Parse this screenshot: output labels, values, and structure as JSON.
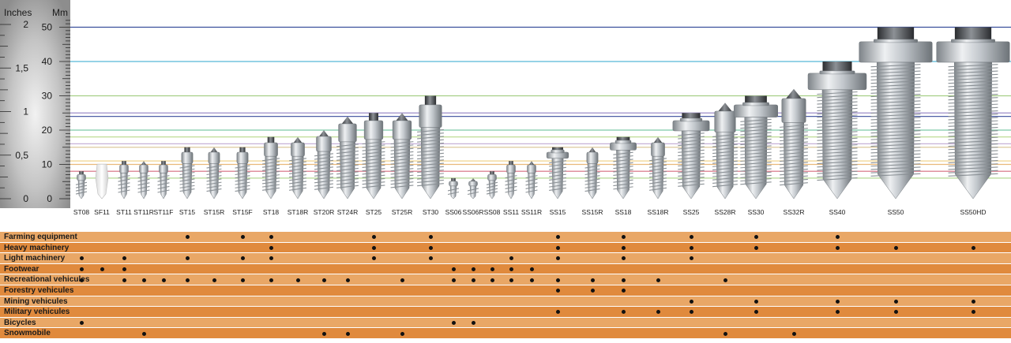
{
  "ruler": {
    "inches_label": "Inches",
    "mm_label": "Mm",
    "inch_ticks": [
      "2",
      "1,5",
      "1",
      "0,5",
      "0"
    ],
    "mm_ticks": [
      "50",
      "40",
      "30",
      "20",
      "10",
      "0"
    ]
  },
  "guide_lines": [
    {
      "mm": 50,
      "color": "#3a4f9c"
    },
    {
      "mm": 40,
      "color": "#56b6d6"
    },
    {
      "mm": 30,
      "color": "#a7cf86"
    },
    {
      "mm": 25,
      "color": "#9b8cc8"
    },
    {
      "mm": 24,
      "color": "#4f5fa6"
    },
    {
      "mm": 20,
      "color": "#7ec9a7"
    },
    {
      "mm": 18,
      "color": "#b7d889"
    },
    {
      "mm": 16,
      "color": "#c6b1d8"
    },
    {
      "mm": 15,
      "color": "#dcc99b"
    },
    {
      "mm": 11,
      "color": "#f0d48c"
    },
    {
      "mm": 10,
      "color": "#e9b97a"
    },
    {
      "mm": 8,
      "color": "#d66b7e"
    },
    {
      "mm": 6,
      "color": "#b6d993"
    }
  ],
  "products": [
    {
      "name": "ST08",
      "mm": 8,
      "type": "plain"
    },
    {
      "name": "SF11",
      "mm": 11,
      "type": "plastic"
    },
    {
      "name": "ST11",
      "mm": 11,
      "type": "plain"
    },
    {
      "name": "ST11R",
      "mm": 11,
      "type": "rocket"
    },
    {
      "name": "ST11F",
      "mm": 11,
      "type": "plain"
    },
    {
      "name": "ST15",
      "mm": 15,
      "type": "plain"
    },
    {
      "name": "ST15R",
      "mm": 15,
      "type": "rocket"
    },
    {
      "name": "ST15F",
      "mm": 15,
      "type": "plain"
    },
    {
      "name": "ST18",
      "mm": 18,
      "type": "plain"
    },
    {
      "name": "ST18R",
      "mm": 18,
      "type": "rocket"
    },
    {
      "name": "ST20R",
      "mm": 20,
      "type": "rocket"
    },
    {
      "name": "ST24R",
      "mm": 24,
      "type": "rocket"
    },
    {
      "name": "ST25",
      "mm": 25,
      "type": "plain"
    },
    {
      "name": "ST25R",
      "mm": 25,
      "type": "rocket"
    },
    {
      "name": "ST30",
      "mm": 30,
      "type": "plain"
    },
    {
      "name": "SS06",
      "mm": 6,
      "type": "plain"
    },
    {
      "name": "SS06R",
      "mm": 6,
      "type": "rocket"
    },
    {
      "name": "SS08",
      "mm": 8,
      "type": "plain"
    },
    {
      "name": "SS11",
      "mm": 11,
      "type": "plain"
    },
    {
      "name": "SS11R",
      "mm": 11,
      "type": "rocket"
    },
    {
      "name": "SS15",
      "mm": 15,
      "type": "flange"
    },
    {
      "name": "SS15R",
      "mm": 15,
      "type": "rocket"
    },
    {
      "name": "SS18",
      "mm": 18,
      "type": "flange"
    },
    {
      "name": "SS18R",
      "mm": 18,
      "type": "rocket"
    },
    {
      "name": "SS25",
      "mm": 25,
      "type": "flange"
    },
    {
      "name": "SS28R",
      "mm": 28,
      "type": "rocket"
    },
    {
      "name": "SS30",
      "mm": 30,
      "type": "flange"
    },
    {
      "name": "SS32R",
      "mm": 32,
      "type": "rocket"
    },
    {
      "name": "SS40",
      "mm": 40,
      "type": "flange"
    },
    {
      "name": "SS50",
      "mm": 50,
      "type": "flange"
    },
    {
      "name": "SS50HD",
      "mm": 50,
      "type": "flange"
    }
  ],
  "applications": [
    {
      "label": "Farming equipment",
      "products": [
        "ST15",
        "ST15F",
        "ST18",
        "ST25",
        "ST30",
        "SS15",
        "SS18",
        "SS25",
        "SS30",
        "SS40"
      ]
    },
    {
      "label": "Heavy machinery",
      "products": [
        "ST18",
        "ST25",
        "ST30",
        "SS15",
        "SS18",
        "SS25",
        "SS30",
        "SS40",
        "SS50",
        "SS50HD"
      ]
    },
    {
      "label": "Light machinery",
      "products": [
        "ST08",
        "ST11",
        "ST15",
        "ST15F",
        "ST18",
        "ST25",
        "ST30",
        "SS11",
        "SS15",
        "SS18",
        "SS25"
      ]
    },
    {
      "label": "Footwear",
      "products": [
        "ST08",
        "SF11",
        "ST11",
        "SS06",
        "SS06R",
        "SS08",
        "SS11",
        "SS11R"
      ]
    },
    {
      "label": "Recreational vehicules",
      "products": [
        "ST08",
        "ST11",
        "ST11R",
        "ST11F",
        "ST15",
        "ST15R",
        "ST15F",
        "ST18",
        "ST18R",
        "ST20R",
        "ST24R",
        "ST25R",
        "SS06",
        "SS06R",
        "SS08",
        "SS11",
        "SS11R",
        "SS15",
        "SS15R",
        "SS18",
        "SS18R",
        "SS28R"
      ]
    },
    {
      "label": "Forestry vehicules",
      "products": [
        "SS15",
        "SS15R",
        "SS18"
      ]
    },
    {
      "label": "Mining vehicules",
      "products": [
        "SS25",
        "SS30",
        "SS40",
        "SS50",
        "SS50HD"
      ]
    },
    {
      "label": "Military vehicules",
      "products": [
        "SS15",
        "SS18",
        "SS18R",
        "SS25",
        "SS30",
        "SS40",
        "SS50",
        "SS50HD"
      ]
    },
    {
      "label": "Bicycles",
      "products": [
        "ST08",
        "SS06",
        "SS06R"
      ]
    },
    {
      "label": "Snowmobile",
      "products": [
        "ST11R",
        "ST20R",
        "ST24R",
        "ST25R",
        "SS28R",
        "SS32R"
      ]
    }
  ],
  "colors": {
    "ruler_bg": "#9a9a9a",
    "ruler_highlight": "#eeeeee",
    "metal": "#c9ccd0",
    "metal_dark": "#7e8489",
    "carbide": "#3b3e42",
    "plastic": "#f4f4f4",
    "row_light": "#e9a766",
    "row_dark": "#e08a3d",
    "row_gap": "#ffffff"
  }
}
